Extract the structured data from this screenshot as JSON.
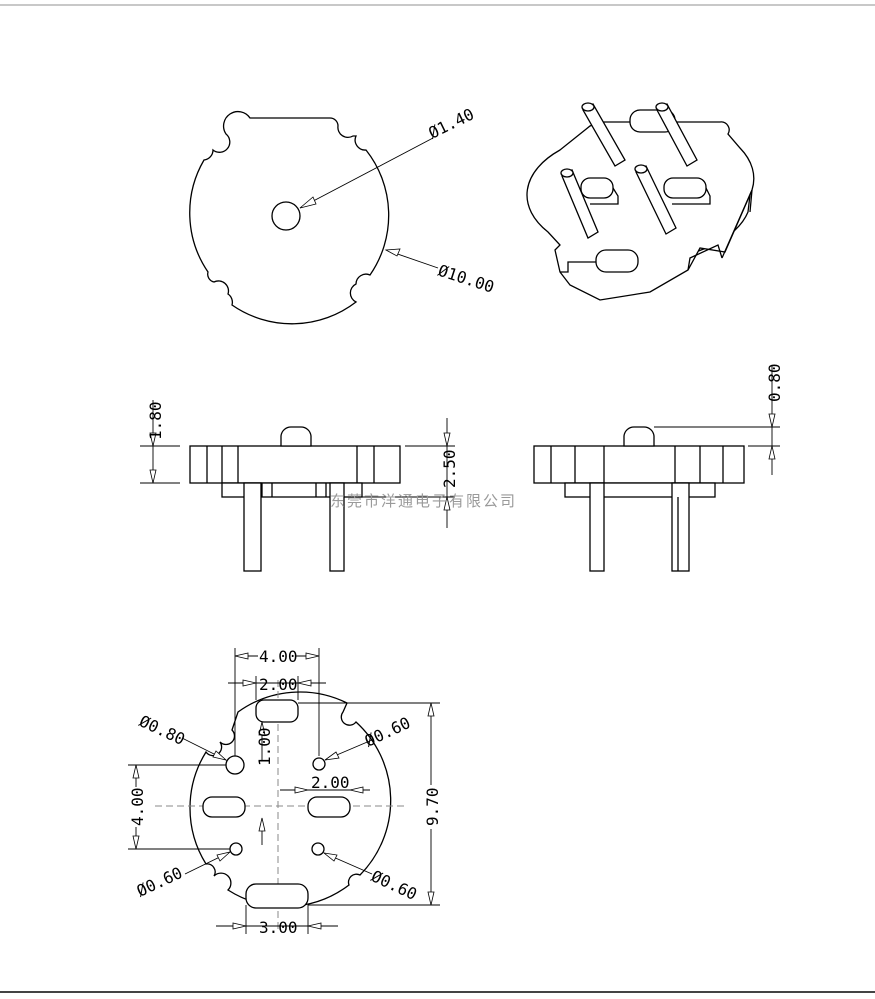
{
  "top_view": {
    "hole_dia": "Ø1.40",
    "outer_dia": "Ø10.00"
  },
  "side_view": {
    "flange_height": "1.80",
    "total_height": "2.50"
  },
  "end_view": {
    "tab_height": "0.80"
  },
  "watermark": "东莞市洋通电子有限公司",
  "bottom_view": {
    "slot_spacing": "4.00",
    "slot_width_top": "2.00",
    "pin_offset": "1.00",
    "slot_width_right": "2.00",
    "pin_spacing": "4.00",
    "overall": "9.70",
    "bottom_slot": "3.00",
    "hole_tl": "Ø0.80",
    "hole_tr": "Ø0.60",
    "hole_bl": "Ø0.60",
    "hole_br": "Ø0.60"
  }
}
